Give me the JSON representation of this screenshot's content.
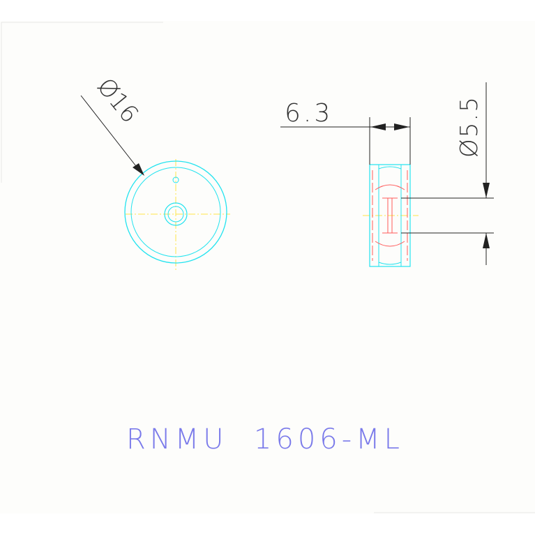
{
  "drawing": {
    "part_number": "RNMU  1606-ML",
    "dimensions": {
      "outer_diameter": "Ø16",
      "width": "6.3",
      "bore_diameter": "Ø5.5"
    }
  },
  "colors": {
    "paper": "#fdfdfb",
    "outline": "#22e3ef",
    "centerline": "#ffe54a",
    "section": "#ff5a5a",
    "dimension": "#222222",
    "title": "#7a7aea"
  }
}
